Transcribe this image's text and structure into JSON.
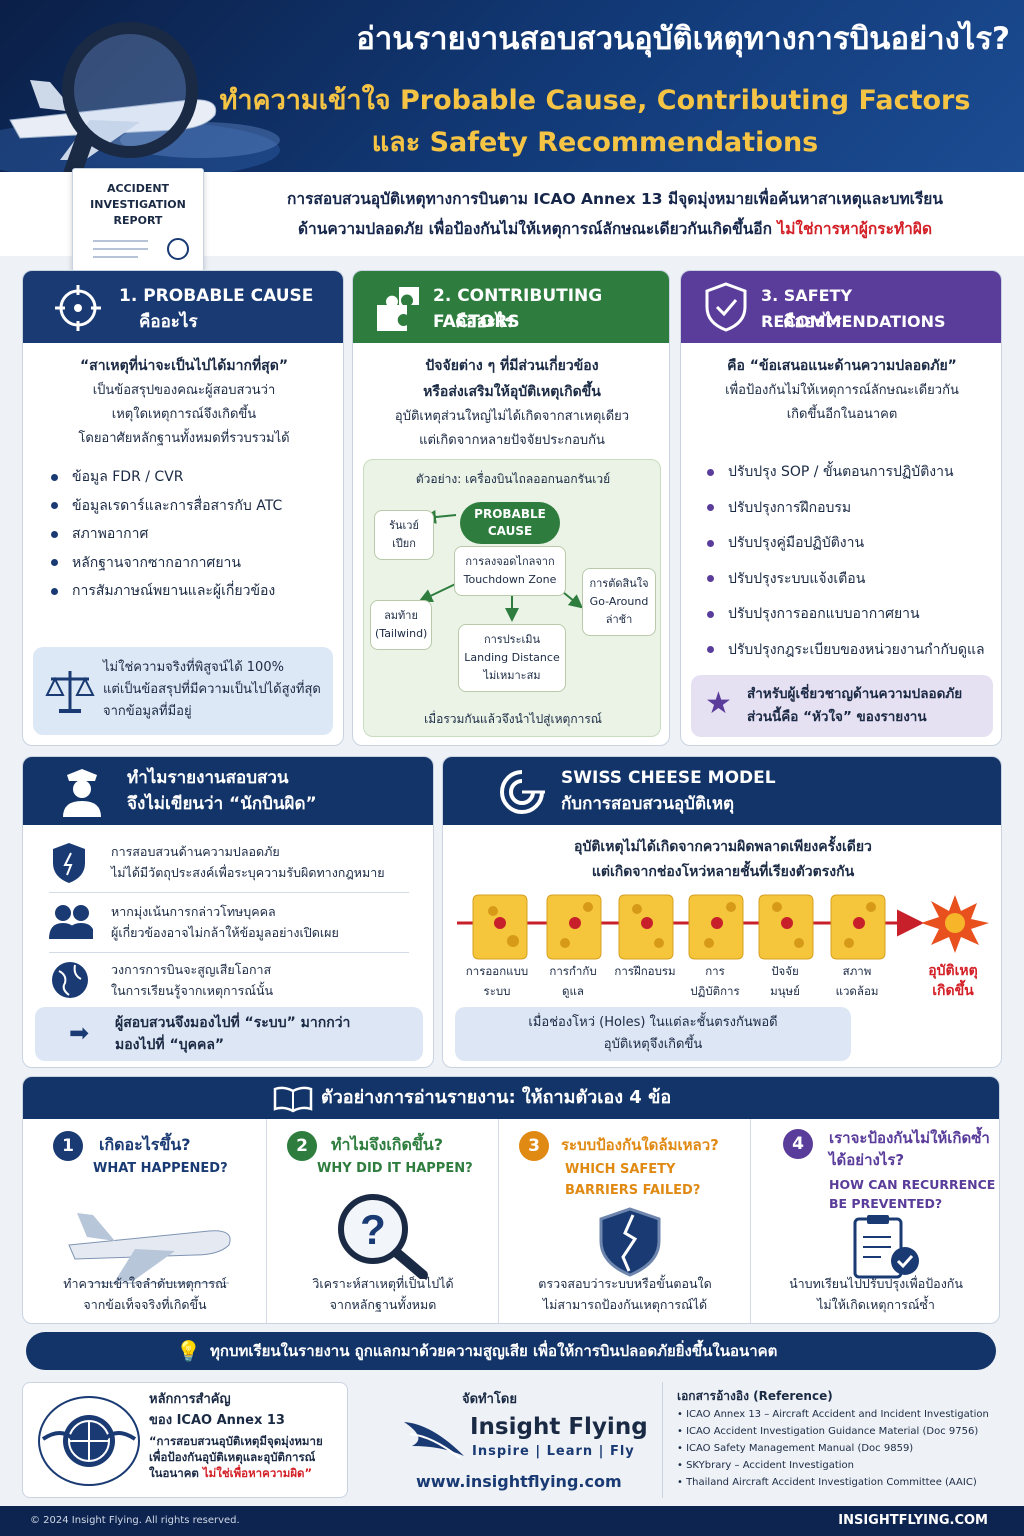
{
  "header": {
    "title": "อ่านรายงานสอบสวนอุบัติเหตุทางการบินอย่างไร?",
    "subtitle_1": "ทำความเข้าใจ Probable Cause, Contributing Factors",
    "subtitle_2": "และ Safety Recommendations",
    "report_label_1": "ACCIDENT",
    "report_label_2": "INVESTIGATION",
    "report_label_3": "REPORT"
  },
  "intro": {
    "line1": "การสอบสวนอุบัติเหตุทางการบินตาม ICAO Annex 13 มีจุดมุ่งหมายเพื่อค้นหาสาเหตุและบทเรียน",
    "line2": "ด้านความปลอดภัย เพื่อป้องกันไม่ให้เหตุการณ์ลักษณะเดียวกันเกิดขึ้นอีก",
    "highlight": "ไม่ใช่การหาผู้กระทำผิด"
  },
  "colors": {
    "navy": "#1a3a73",
    "green": "#2e7d3e",
    "purple": "#5a3d9a",
    "red": "#d31f26",
    "gold": "#f6c445"
  },
  "probable": {
    "title": "1. PROBABLE CAUSE",
    "sub": "คืออะไร",
    "quote": "“สาเหตุที่น่าจะเป็นไปได้มากที่สุด”",
    "d1": "เป็นข้อสรุปของคณะผู้สอบสวนว่า",
    "d2": "เหตุใดเหตุการณ์จึงเกิดขึ้น",
    "d3": "โดยอาศัยหลักฐานทั้งหมดที่รวบรวมได้",
    "bullets": [
      "ข้อมูล FDR / CVR",
      "ข้อมูลเรดาร์และการสื่อสารกับ ATC",
      "สภาพอากาศ",
      "หลักฐานจากซากอากาศยาน",
      "การสัมภาษณ์พยานและผู้เกี่ยวข้อง"
    ],
    "note1": "ไม่ใช่ความจริงที่พิสูจน์ได้ 100%",
    "note2": "แต่เป็นข้อสรุปที่มีความเป็นไปได้สูงที่สุด",
    "note3": "จากข้อมูลที่มีอยู่"
  },
  "contrib": {
    "title": "2. CONTRIBUTING FACTORS",
    "sub": "คืออะไร",
    "h1": "ปัจจัยต่าง ๆ ที่มีส่วนเกี่ยวข้อง",
    "h2": "หรือส่งเสริมให้อุบัติเหตุเกิดขึ้น",
    "d1": "อุบัติเหตุส่วนใหญ่ไม่ได้เกิดจากสาเหตุเดียว",
    "d2": "แต่เกิดจากหลายปัจจัยประกอบกัน",
    "example": "ตัวอย่าง: เครื่องบินไถลออกนอกรันเวย์",
    "center1": "PROBABLE",
    "center2": "CAUSE",
    "n_wet1": "รันเวย์",
    "n_wet2": "เปียก",
    "n_td1": "การลงจอดไกลจาก",
    "n_td2": "Touchdown Zone",
    "n_ga1": "การตัดสินใจ",
    "n_ga2": "Go-Around",
    "n_ga3": "ล่าช้า",
    "n_tw1": "ลมท้าย",
    "n_tw2": "(Tailwind)",
    "n_ld1": "การประเมิน",
    "n_ld2": "Landing Distance",
    "n_ld3": "ไม่เหมาะสม",
    "footer": "เมื่อรวมกันแล้วจึงนำไปสู่เหตุการณ์"
  },
  "recs": {
    "title": "3. SAFETY RECOMMENDATIONS",
    "sub": "คืออะไร",
    "h1": "คือ “ข้อเสนอแนะด้านความปลอดภัย”",
    "d1": "เพื่อป้องกันไม่ให้เหตุการณ์ลักษณะเดียวกัน",
    "d2": "เกิดขึ้นอีกในอนาคต",
    "bullets": [
      "ปรับปรุง SOP / ขั้นตอนการปฏิบัติงาน",
      "ปรับปรุงการฝึกอบรม",
      "ปรับปรุงคู่มือปฏิบัติงาน",
      "ปรับปรุงระบบแจ้งเตือน",
      "ปรับปรุงการออกแบบอากาศยาน",
      "ปรับปรุงกฎระเบียบของหน่วยงานกำกับดูแล"
    ],
    "note1": "สำหรับผู้เชี่ยวชาญด้านความปลอดภัย",
    "note2": "ส่วนนี้คือ “หัวใจ” ของรายงาน"
  },
  "why": {
    "title1": "ทำไมรายงานสอบสวน",
    "title2": "จึงไม่เขียนว่า “นักบินผิด”",
    "r1a": "การสอบสวนด้านความปลอดภัย",
    "r1b": "ไม่ได้มีวัตถุประสงค์เพื่อระบุความรับผิดทางกฎหมาย",
    "r2a": "หากมุ่งเน้นการกล่าวโทษบุคคล",
    "r2b": "ผู้เกี่ยวข้องอาจไม่กล้าให้ข้อมูลอย่างเปิดเผย",
    "r3a": "วงการการบินจะสูญเสียโอกาส",
    "r3b": "ในการเรียนรู้จากเหตุการณ์นั้น",
    "note1": "ผู้สอบสวนจึงมองไปที่ “ระบบ” มากกว่า",
    "note2": "มองไปที่ “บุคคล”"
  },
  "swiss": {
    "title1": "SWISS CHEESE MODEL",
    "title2": "กับการสอบสวนอุบัติเหตุ",
    "h1": "อุบัติเหตุไม่ได้เกิดจากความผิดพลาดเพียงครั้งเดียว",
    "h2": "แต่เกิดจากช่องโหว่หลายชั้นที่เรียงตัวตรงกัน",
    "layers": [
      [
        "การออกแบบ",
        "ระบบ"
      ],
      [
        "การกำกับ",
        "ดูแล"
      ],
      [
        "การฝึกอบรม",
        ""
      ],
      [
        "การ",
        "ปฏิบัติการ"
      ],
      [
        "ปัจจัย",
        "มนุษย์"
      ],
      [
        "สภาพ",
        "แวดล้อม"
      ]
    ],
    "result1": "อุบัติเหตุ",
    "result2": "เกิดขึ้น",
    "note1": "เมื่อช่องโหว่ (Holes) ในแต่ละชั้นตรงกันพอดี",
    "note2": "อุบัติเหตุจึงเกิดขึ้น"
  },
  "questions": {
    "title": "ตัวอย่างการอ่านรายงาน: ให้ถามตัวเอง 4 ข้อ",
    "items": [
      {
        "num": "1",
        "th": "เกิดอะไรขึ้น?",
        "th2": "",
        "en1": "WHAT HAPPENED?",
        "en2": "",
        "d1": "ทำความเข้าใจลำดับเหตุการณ์",
        "d2": "จากข้อเท็จจริงที่เกิดขึ้น",
        "color": "#1a3a73"
      },
      {
        "num": "2",
        "th": "ทำไมจึงเกิดขึ้น?",
        "th2": "",
        "en1": "WHY DID IT HAPPEN?",
        "en2": "",
        "d1": "วิเคราะห์สาเหตุที่เป็นไปได้",
        "d2": "จากหลักฐานทั้งหมด",
        "color": "#2e7d3e"
      },
      {
        "num": "3",
        "th": "ระบบป้องกันใดล้มเหลว?",
        "th2": "",
        "en1": "WHICH SAFETY",
        "en2": "BARRIERS FAILED?",
        "d1": "ตรวจสอบว่าระบบหรือขั้นตอนใด",
        "d2": "ไม่สามารถป้องกันเหตุการณ์ได้",
        "color": "#e08a14"
      },
      {
        "num": "4",
        "th": "เราจะป้องกันไม่ให้เกิดซ้ำ",
        "th2": "ได้อย่างไร?",
        "en1": "HOW CAN RECURRENCE",
        "en2": "BE PREVENTED?",
        "d1": "นำบทเรียนไปปรับปรุงเพื่อป้องกัน",
        "d2": "ไม่ให้เกิดเหตุการณ์ซ้ำ",
        "color": "#5a3d9a"
      }
    ]
  },
  "lesson": "ทุกบทเรียนในรายงาน ถูกแลกมาด้วยความสูญเสีย เพื่อให้การบินปลอดภัยยิ่งขึ้นในอนาคต",
  "principle": {
    "h1": "หลักการสำคัญ",
    "h2": "ของ ICAO Annex 13",
    "q1": "“การสอบสวนอุบัติเหตุมีจุดมุ่งหมาย",
    "q2": "เพื่อป้องกันอุบัติเหตุและอุบัติการณ์",
    "q3": "ในอนาคต",
    "q_red": "ไม่ใช่เพื่อหาความผิด”"
  },
  "producer": {
    "label": "จัดทำโดย",
    "brand": "Insight Flying",
    "tagline": "Inspire | Learn | Fly",
    "url": "www.insightflying.com"
  },
  "refs": {
    "title": "เอกสารอ้างอิง (Reference)",
    "items": [
      "ICAO Annex 13 – Aircraft Accident and Incident Investigation",
      "ICAO Accident Investigation Guidance Material (Doc 9756)",
      "ICAO Safety Management Manual (Doc 9859)",
      "SKYbrary – Accident Investigation",
      "Thailand Aircraft Accident Investigation Committee (AAIC)"
    ]
  },
  "footer": {
    "copyright": "© 2024 Insight Flying. All rights reserved.",
    "site": "INSIGHTFLYING.COM"
  }
}
